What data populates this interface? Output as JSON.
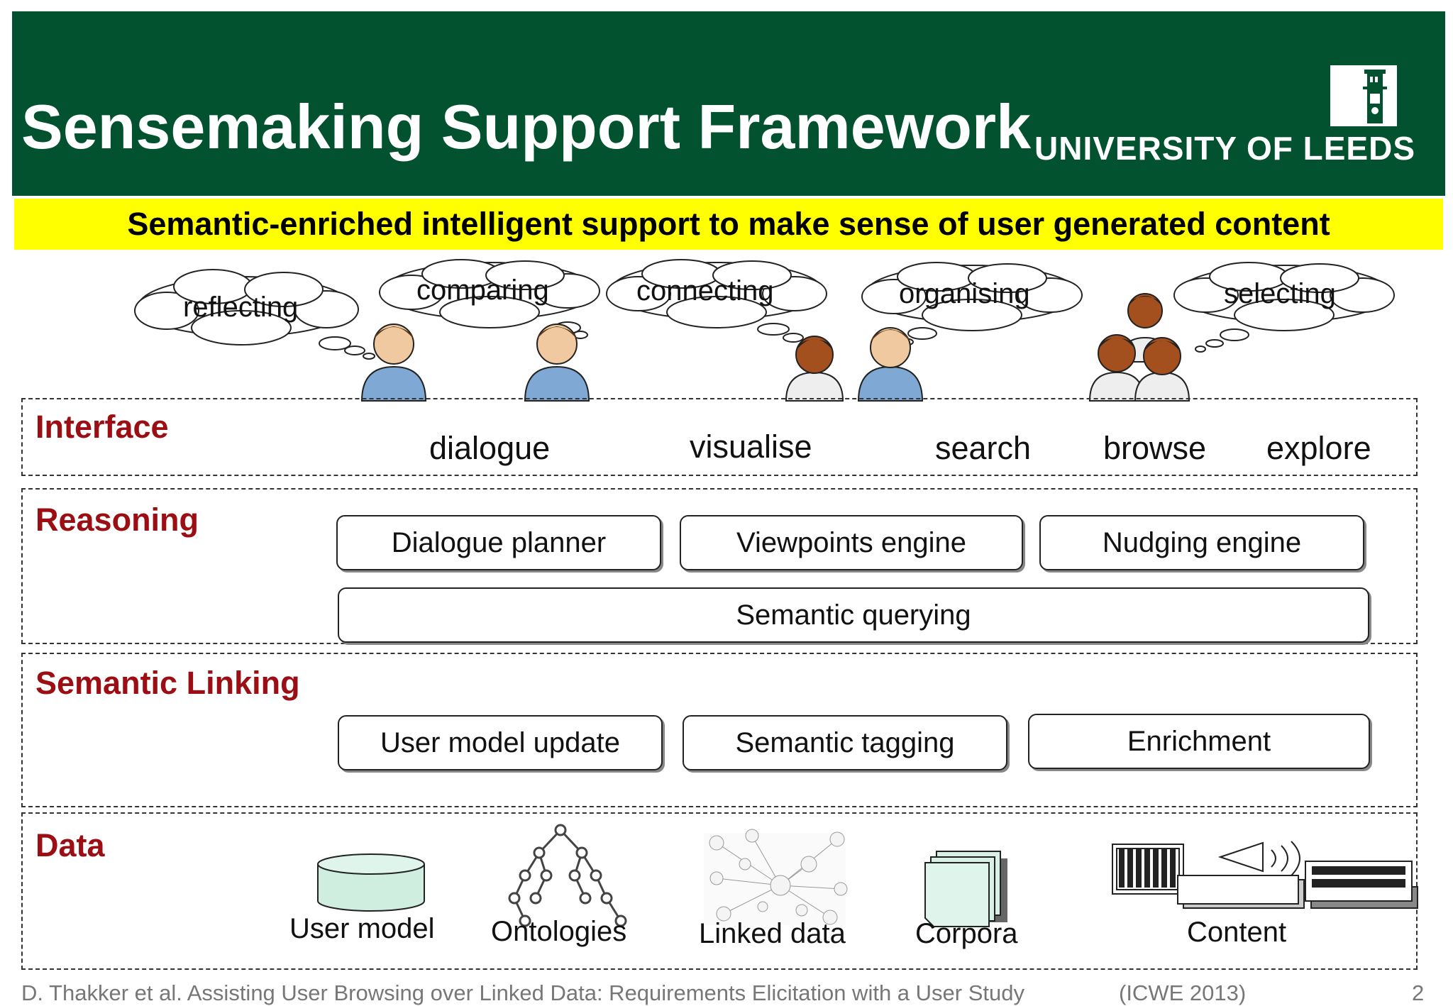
{
  "header": {
    "title": "Sensemaking Support Framework",
    "university": "UNIVERSITY OF LEEDS",
    "subtitle": "Semantic-enriched intelligent support to make sense of user generated content",
    "colors": {
      "header_bg": "#03522f",
      "subtitle_bg": "#ffff00",
      "layer_label": "#9b0f14"
    }
  },
  "thoughts": [
    "reflecting",
    "comparing",
    "connecting",
    "organising",
    "selecting"
  ],
  "layers": {
    "interface": {
      "label": "Interface",
      "verbs": [
        "dialogue",
        "visualise",
        "search",
        "browse",
        "explore"
      ]
    },
    "reasoning": {
      "label": "Reasoning",
      "boxes": [
        "Dialogue planner",
        "Viewpoints engine",
        "Nudging engine"
      ],
      "wide_box": "Semantic querying"
    },
    "semantic_linking": {
      "label": "Semantic Linking",
      "boxes": [
        "User model update",
        "Semantic tagging",
        "Enrichment"
      ]
    },
    "data": {
      "label": "Data",
      "items": [
        "User model",
        "Ontologies",
        "Linked data",
        "Corpora",
        "Content"
      ]
    }
  },
  "footer": {
    "citation": "D. Thakker et al. Assisting User Browsing over Linked Data: Requirements Elicitation with a User Study",
    "venue": "(ICWE 2013)",
    "page": "2"
  }
}
